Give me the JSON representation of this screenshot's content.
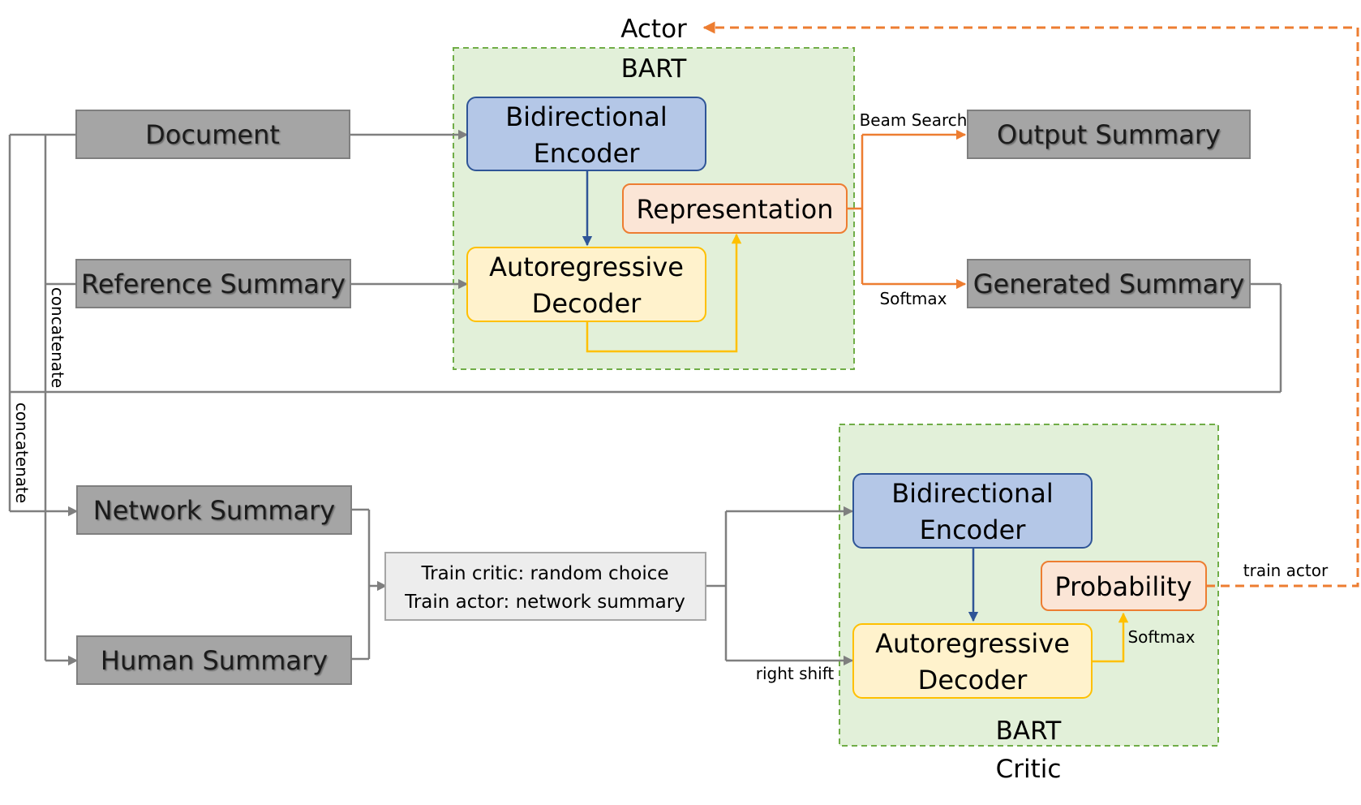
{
  "actor_label": "Actor",
  "critic_label": "Critic",
  "actor_bart": {
    "title": "BART",
    "encoder": [
      "Bidirectional",
      "Encoder"
    ],
    "decoder": [
      "Autoregressive",
      "Decoder"
    ],
    "representation": "Representation"
  },
  "critic_bart": {
    "title": "BART",
    "encoder": [
      "Bidirectional",
      "Encoder"
    ],
    "decoder": [
      "Autoregressive",
      "Decoder"
    ],
    "probability": "Probability"
  },
  "inputs": {
    "document": "Document",
    "reference_summary": "Reference Summary",
    "network_summary": "Network Summary",
    "human_summary": "Human Summary"
  },
  "outputs": {
    "output_summary": "Output Summary",
    "generated_summary": "Generated Summary"
  },
  "selector": [
    "Train critic: random choice",
    "Train actor: network summary"
  ],
  "edge_labels": {
    "beam_search": "Beam Search",
    "softmax_actor": "Softmax",
    "softmax_critic": "Softmax",
    "concatenate_1": "concatenate",
    "concatenate_2": "concatenate",
    "right_shift": "right shift",
    "train_actor": "train actor"
  },
  "colors": {
    "gray_box": "#a5a5a5",
    "encoder_fill": "#b4c7e7",
    "encoder_stroke": "#2f5597",
    "decoder_fill": "#fff2cc",
    "decoder_stroke": "#ffc000",
    "orange_fill": "#fbe5d6",
    "orange_stroke": "#ed7d31",
    "bart_fill": "#e2f0d9",
    "bart_stroke": "#70ad47"
  }
}
